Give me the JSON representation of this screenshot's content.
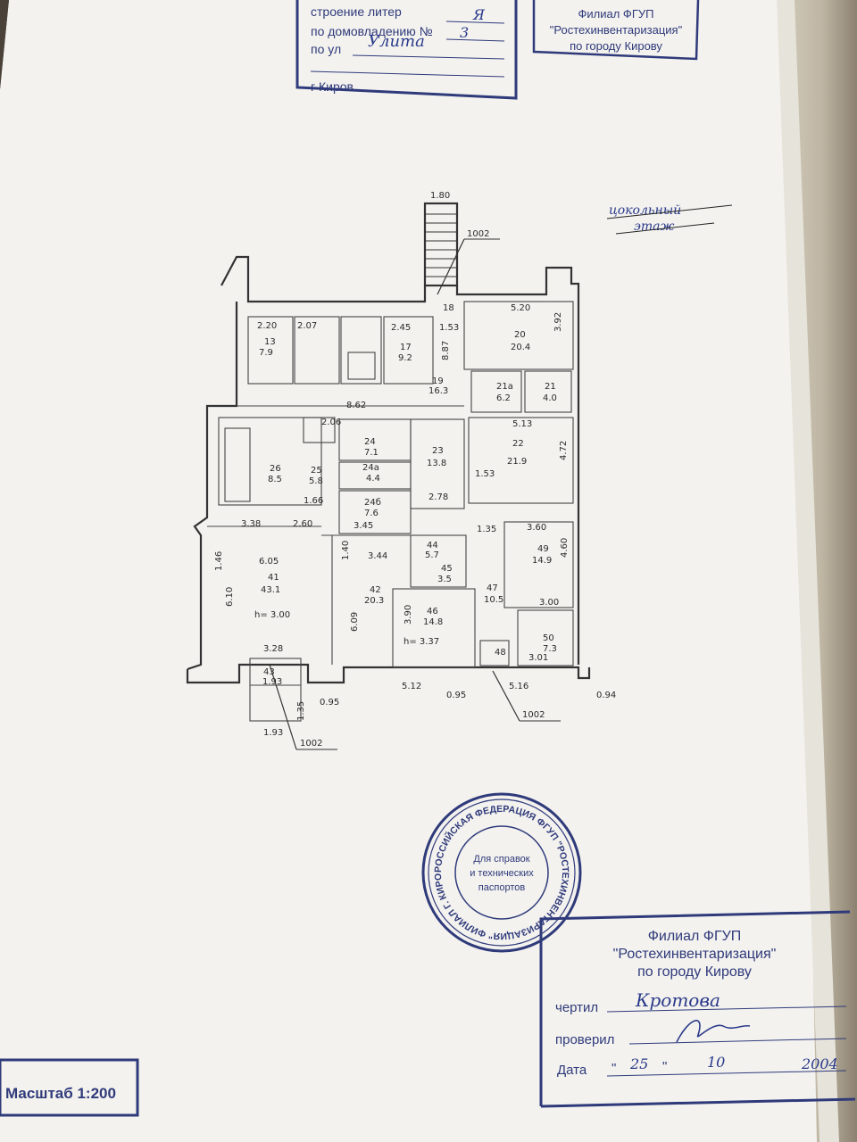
{
  "top_stamp_left": {
    "line1_label": "строение литер",
    "line1_value": "Я",
    "line2_label": "по домовладению №",
    "line2_value": "3",
    "line3_label": "по ул",
    "line3_value": "Улита",
    "line4_label": "г Киров"
  },
  "top_stamp_right": {
    "line1": "Филиал ФГУП",
    "line2": "\"Ростехинвентаризация\"",
    "line3": "по городу Кирову"
  },
  "floor_title": {
    "line1": "цокольный",
    "line2": "этаж"
  },
  "section_marks": [
    "1002",
    "1002",
    "1002"
  ],
  "plan_labels": [
    {
      "id": "l1",
      "t": "1.80"
    },
    {
      "id": "l2",
      "t": "2.20"
    },
    {
      "id": "l3",
      "t": "2.07"
    },
    {
      "id": "l4",
      "t": "2.45"
    },
    {
      "id": "l5",
      "t": "5.20"
    },
    {
      "id": "l6",
      "t": "13"
    },
    {
      "id": "l7",
      "t": "7.9"
    },
    {
      "id": "l8",
      "t": "17"
    },
    {
      "id": "l9",
      "t": "9.2"
    },
    {
      "id": "l10",
      "t": "20"
    },
    {
      "id": "l11",
      "t": "20.4"
    },
    {
      "id": "l12",
      "t": "19"
    },
    {
      "id": "l13",
      "t": "16.3"
    },
    {
      "id": "l14",
      "t": "21а"
    },
    {
      "id": "l15",
      "t": "6.2"
    },
    {
      "id": "l16",
      "t": "21"
    },
    {
      "id": "l17",
      "t": "4.0"
    },
    {
      "id": "l18",
      "t": "8.62"
    },
    {
      "id": "l19",
      "t": "24"
    },
    {
      "id": "l20",
      "t": "7.1"
    },
    {
      "id": "l21",
      "t": "23"
    },
    {
      "id": "l22",
      "t": "13.8"
    },
    {
      "id": "l23",
      "t": "22"
    },
    {
      "id": "l24",
      "t": "21.9"
    },
    {
      "id": "l25",
      "t": "26"
    },
    {
      "id": "l26",
      "t": "8.5"
    },
    {
      "id": "l27",
      "t": "25"
    },
    {
      "id": "l28",
      "t": "5.8"
    },
    {
      "id": "l29",
      "t": "24а"
    },
    {
      "id": "l30",
      "t": "4.4"
    },
    {
      "id": "l31",
      "t": "24б"
    },
    {
      "id": "l32",
      "t": "7.6"
    },
    {
      "id": "l33",
      "t": "2.78"
    },
    {
      "id": "l34",
      "t": "3.38"
    },
    {
      "id": "l35",
      "t": "2.60"
    },
    {
      "id": "l36",
      "t": "3.45"
    },
    {
      "id": "l37",
      "t": "6.05"
    },
    {
      "id": "l38",
      "t": "41"
    },
    {
      "id": "l39",
      "t": "43.1"
    },
    {
      "id": "l40",
      "t": "h= 3.00"
    },
    {
      "id": "l41",
      "t": "3.44"
    },
    {
      "id": "l42",
      "t": "42"
    },
    {
      "id": "l43",
      "t": "20.3"
    },
    {
      "id": "l44",
      "t": "44"
    },
    {
      "id": "l45",
      "t": "5.7"
    },
    {
      "id": "l46",
      "t": "45"
    },
    {
      "id": "l47",
      "t": "3.5"
    },
    {
      "id": "l48",
      "t": "49"
    },
    {
      "id": "l49",
      "t": "14.9"
    },
    {
      "id": "l50",
      "t": "46"
    },
    {
      "id": "l51",
      "t": "14.8"
    },
    {
      "id": "l52",
      "t": "h= 3.37"
    },
    {
      "id": "l53",
      "t": "47"
    },
    {
      "id": "l54",
      "t": "10.5"
    },
    {
      "id": "l55",
      "t": "50"
    },
    {
      "id": "l56",
      "t": "7.3"
    },
    {
      "id": "l57",
      "t": "48"
    },
    {
      "id": "l58",
      "t": "3.28"
    },
    {
      "id": "l59",
      "t": "43"
    },
    {
      "id": "l60",
      "t": "1.93"
    },
    {
      "id": "l61",
      "t": "5.12"
    },
    {
      "id": "l62",
      "t": "0.95"
    },
    {
      "id": "l63",
      "t": "5.16"
    },
    {
      "id": "l64",
      "t": "0.94"
    },
    {
      "id": "l65",
      "t": "0.95"
    },
    {
      "id": "l66",
      "t": "1.93"
    },
    {
      "id": "l67",
      "t": "1.35"
    },
    {
      "id": "l68",
      "t": "6.10"
    },
    {
      "id": "l69",
      "t": "1.46"
    },
    {
      "id": "l70",
      "t": "6.09"
    },
    {
      "id": "l71",
      "t": "1.40"
    },
    {
      "id": "l72",
      "t": "3.90"
    },
    {
      "id": "l73",
      "t": "5.13"
    },
    {
      "id": "l74",
      "t": "3.60"
    },
    {
      "id": "l75",
      "t": "3.00"
    },
    {
      "id": "l76",
      "t": "1.53"
    },
    {
      "id": "l77",
      "t": "1.35"
    },
    {
      "id": "l78",
      "t": "4.72"
    },
    {
      "id": "l79",
      "t": "4.60"
    },
    {
      "id": "l80",
      "t": "3.92"
    },
    {
      "id": "l81",
      "t": "2.06"
    },
    {
      "id": "l82",
      "t": "1.66"
    },
    {
      "id": "l83",
      "t": "3.01"
    },
    {
      "id": "l84",
      "t": "18"
    },
    {
      "id": "l85",
      "t": "8.87"
    },
    {
      "id": "l86",
      "t": "1.53"
    }
  ],
  "round_seal": {
    "outer_text": "РОССИЙСКАЯ ФЕДЕРАЦИЯ  ФГУП \"РОСТЕХИНВЕНТАРИЗАЦИЯ\"  ФИЛИАЛ  Г. КИРОВ ОБЛАСТНОЙ",
    "center_line1": "Для справок",
    "center_line2": "и технических",
    "center_line3": "паспортов"
  },
  "bottom_stamp": {
    "line1": "Филиал ФГУП",
    "line2": "\"Ростехинвентаризация\"",
    "line3": "по городу Кирову",
    "drew_label": "чертил",
    "drew_value": "Кротова",
    "checked_label": "проверил",
    "date_label": "Дата",
    "date_day": "25",
    "date_month": "10",
    "date_year": "2004"
  },
  "scale_box": {
    "text": "Масштаб 1:200"
  },
  "colors": {
    "stamp_blue": "#2f3a7a",
    "paper": "#f3f2ef",
    "line_dark": "#333333"
  }
}
